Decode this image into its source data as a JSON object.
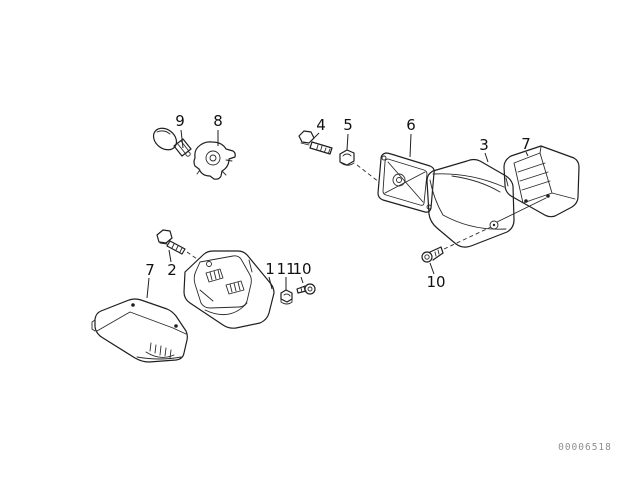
{
  "diagram": {
    "kind": "exploded-parts-diagram",
    "watermark": "00006518",
    "line_color": "#1f1f1f",
    "background_color": "#ffffff",
    "callouts": [
      {
        "label": "9"
      },
      {
        "label": "8"
      },
      {
        "label": "4"
      },
      {
        "label": "5"
      },
      {
        "label": "6"
      },
      {
        "label": "3"
      },
      {
        "label": "7"
      },
      {
        "label": "10"
      },
      {
        "label": "2"
      },
      {
        "label": "7"
      },
      {
        "label": "1"
      },
      {
        "label": "11"
      },
      {
        "label": "10"
      }
    ]
  }
}
